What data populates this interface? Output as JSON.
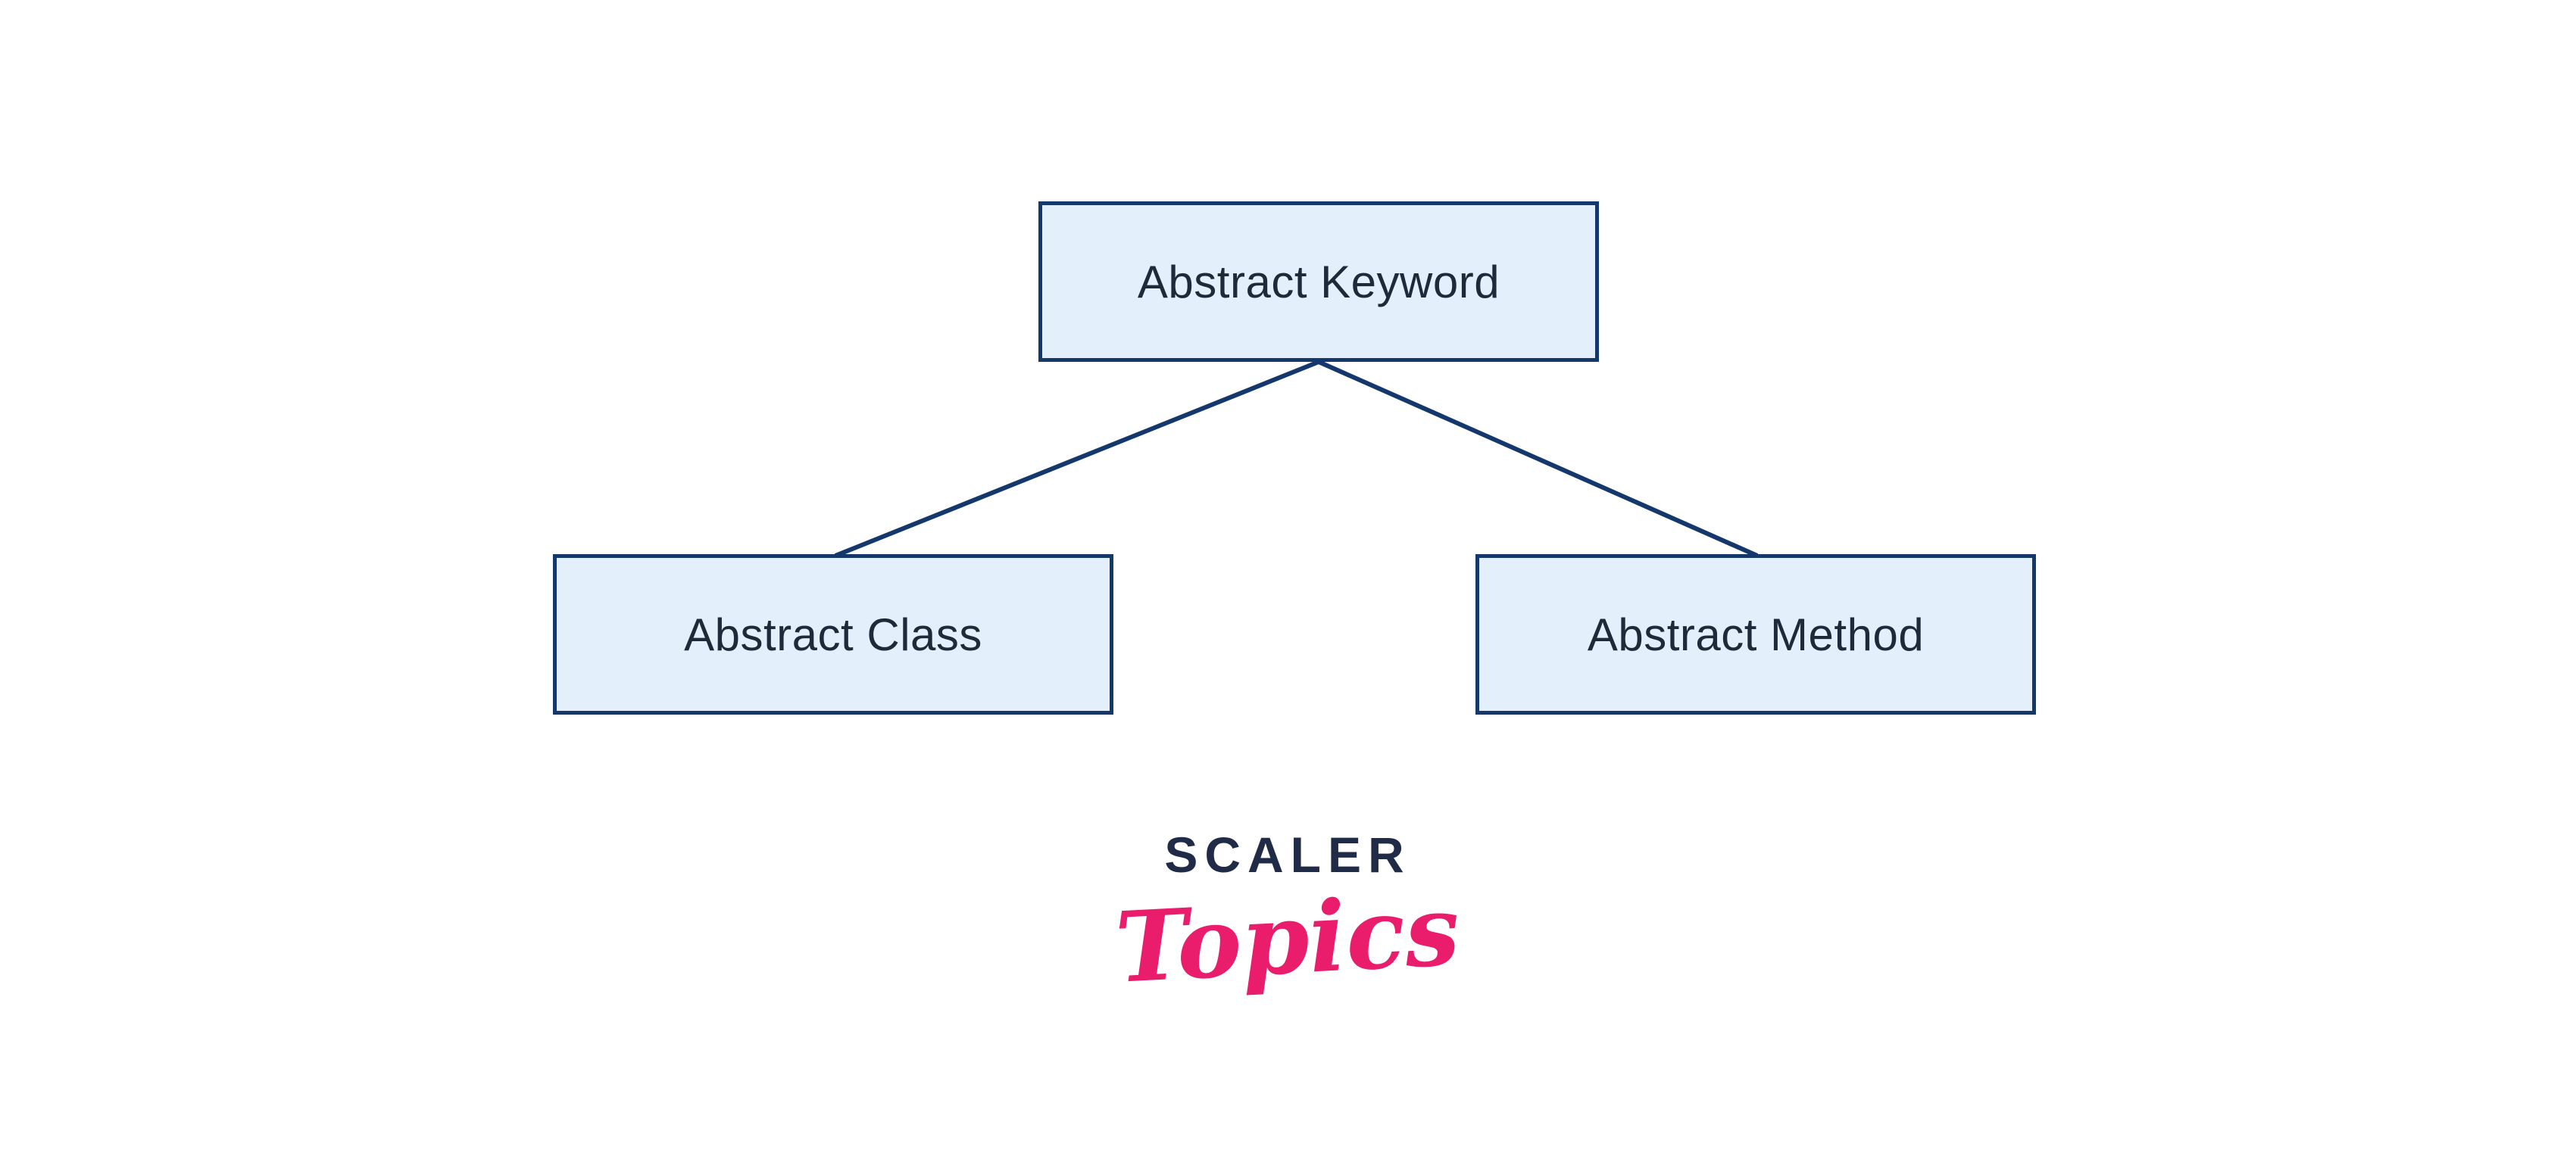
{
  "page": {
    "background": "#ffffff"
  },
  "diagram": {
    "root": {
      "label": "Abstract Keyword"
    },
    "children": [
      {
        "label": "Abstract Class"
      },
      {
        "label": "Abstract Method"
      }
    ]
  },
  "logo": {
    "brand": "SCALER",
    "wordmark": "Topics"
  },
  "colors": {
    "box_fill": "#e3effb",
    "box_border": "#14386b",
    "box_text": "#1e2a3a",
    "connector": "#14386b",
    "logo_navy": "#202c47",
    "logo_pink": "#e91d6b"
  }
}
